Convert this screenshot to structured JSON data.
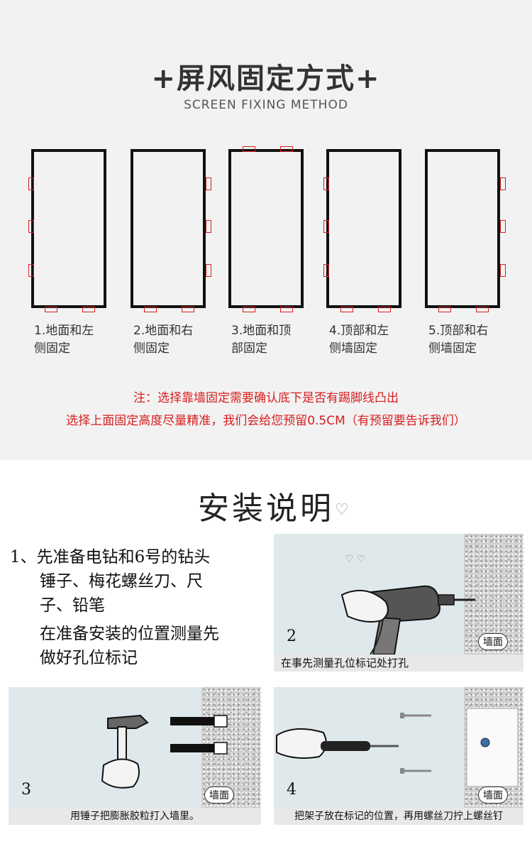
{
  "header": {
    "title": "+屏风固定方式+",
    "subtitle": "SCREEN FIXING METHOD"
  },
  "methods": [
    {
      "label_line1": "1.地面和左",
      "label_line2": "侧固定"
    },
    {
      "label_line1": "2.地面和右",
      "label_line2": "侧固定"
    },
    {
      "label_line1": "3.地面和顶",
      "label_line2": "部固定"
    },
    {
      "label_line1": "4.顶部和左",
      "label_line2": "侧墙固定"
    },
    {
      "label_line1": "5.顶部和右",
      "label_line2": "侧墙固定"
    }
  ],
  "notes": {
    "line1": "注：选择靠墙固定需要确认底下是否有踢脚线凸出",
    "line2": "选择上面固定高度尽量精准，我们会给您预留0.5CM（有预留要告诉我们）"
  },
  "install": {
    "title": "安装说明",
    "step1": {
      "line1": "1、先准备电钻和6号的钻头",
      "line2": "锤子、梅花螺丝刀、尺",
      "line3": "子、铅笔",
      "line4": "在准备安装的位置测量先",
      "line5": "做好孔位标记"
    },
    "step2": {
      "number": "2",
      "wall_label": "墙面",
      "caption": "在事先测量孔位标记处打孔"
    },
    "step3": {
      "number": "3",
      "wall_label": "墙面",
      "caption": "用锤子把膨胀胶粒打入墙里。"
    },
    "step4": {
      "number": "4",
      "wall_label": "墙面",
      "caption": "把架子放在标记的位置，再用螺丝刀拧上螺丝钉"
    }
  },
  "colors": {
    "accent_red": "#d81e1e",
    "panel_bg": "#f2f2f2"
  }
}
